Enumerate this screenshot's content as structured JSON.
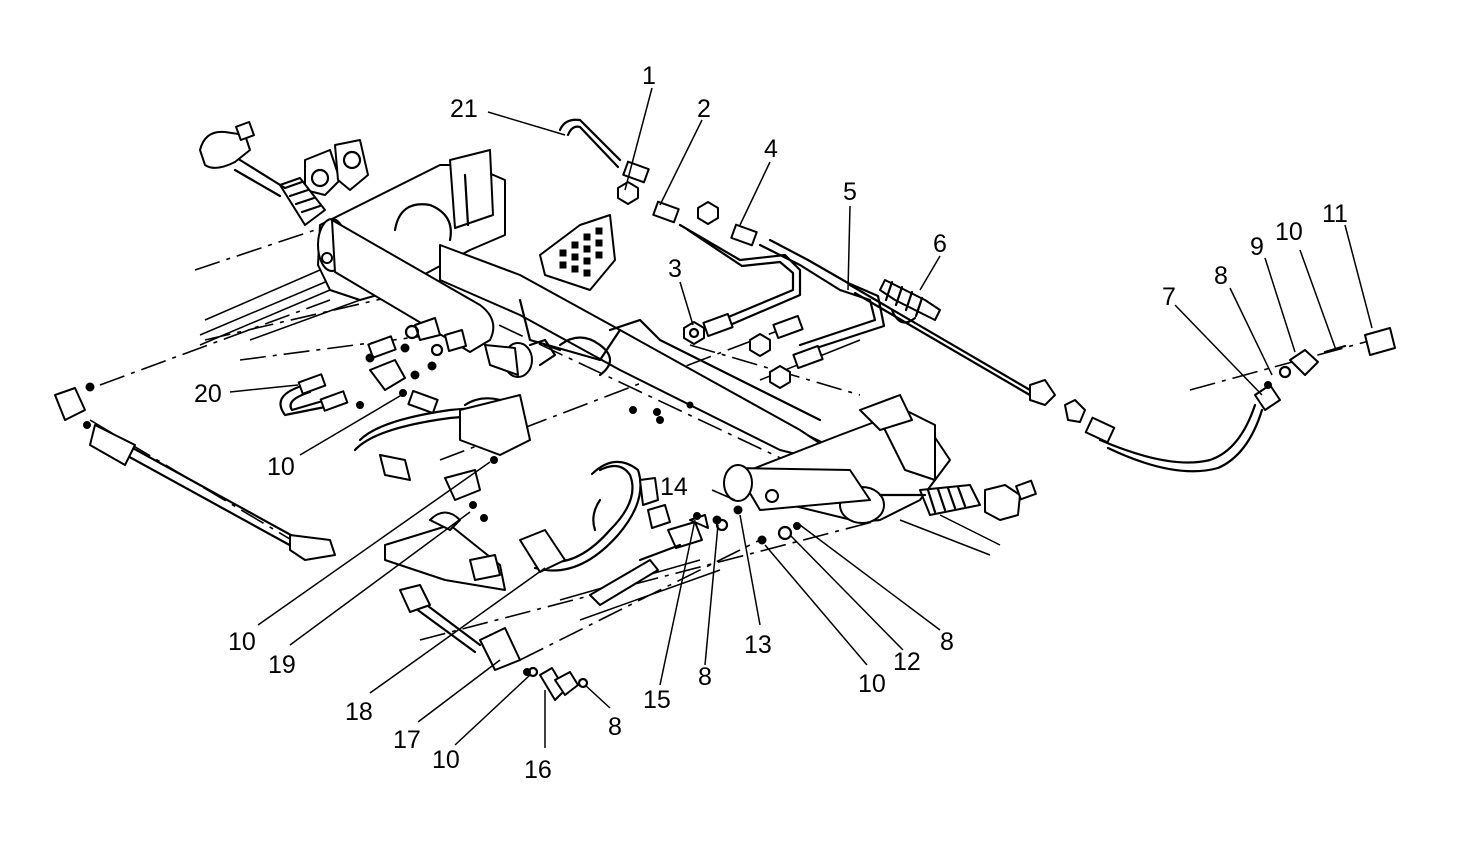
{
  "callouts": [
    {
      "id": "c1",
      "label": "1"
    },
    {
      "id": "c2",
      "label": "2"
    },
    {
      "id": "c3",
      "label": "3"
    },
    {
      "id": "c4",
      "label": "4"
    },
    {
      "id": "c5",
      "label": "5"
    },
    {
      "id": "c6",
      "label": "6"
    },
    {
      "id": "c7",
      "label": "7"
    },
    {
      "id": "c8a",
      "label": "8"
    },
    {
      "id": "c9",
      "label": "9"
    },
    {
      "id": "c10a",
      "label": "10"
    },
    {
      "id": "c11",
      "label": "11"
    },
    {
      "id": "c21",
      "label": "21"
    },
    {
      "id": "c20",
      "label": "20"
    },
    {
      "id": "c10b",
      "label": "10"
    },
    {
      "id": "c14",
      "label": "14"
    },
    {
      "id": "c10c",
      "label": "10"
    },
    {
      "id": "c19",
      "label": "19"
    },
    {
      "id": "c18",
      "label": "18"
    },
    {
      "id": "c17",
      "label": "17"
    },
    {
      "id": "c10d",
      "label": "10"
    },
    {
      "id": "c16",
      "label": "16"
    },
    {
      "id": "c8b",
      "label": "8"
    },
    {
      "id": "c15",
      "label": "15"
    },
    {
      "id": "c8c",
      "label": "8"
    },
    {
      "id": "c13",
      "label": "13"
    },
    {
      "id": "c10e",
      "label": "10"
    },
    {
      "id": "c12",
      "label": "12"
    },
    {
      "id": "c8d",
      "label": "8"
    }
  ]
}
